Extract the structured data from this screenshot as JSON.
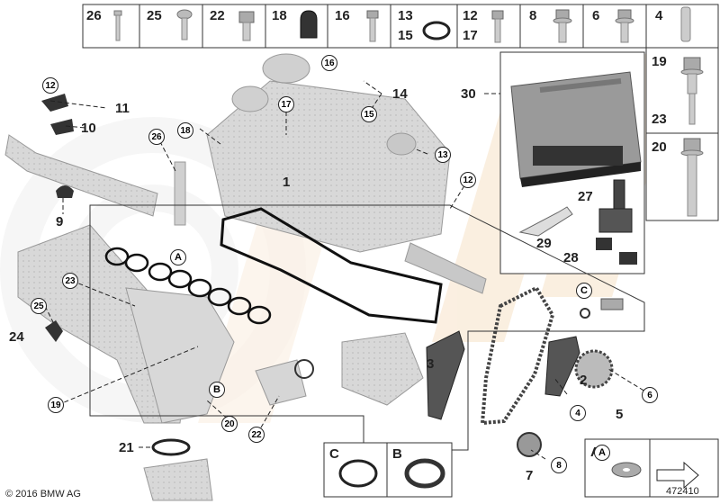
{
  "diagram": {
    "top_strip": [
      {
        "label": "26",
        "part": "screw"
      },
      {
        "label": "25",
        "part": "screw"
      },
      {
        "label": "22",
        "part": "hex-bolt"
      },
      {
        "label": "18",
        "part": "rubber-grommet"
      },
      {
        "label": "16",
        "part": "bolt"
      },
      {
        "label": "13",
        "part": "o-ring",
        "sub_label": "15"
      },
      {
        "label": "12",
        "part": "bolt",
        "sub_label": "17"
      },
      {
        "label": "8",
        "part": "collar-bolt"
      },
      {
        "label": "6",
        "part": "collar-bolt"
      },
      {
        "label": "4",
        "part": "stud"
      }
    ],
    "right_column": [
      {
        "label": "19",
        "sub_label": "23",
        "part": "long-bolt"
      },
      {
        "label": "20",
        "part": "long-bolt"
      }
    ],
    "circled_labels": [
      "12",
      "16",
      "15",
      "17",
      "18",
      "13",
      "26",
      "12",
      "23",
      "25",
      "19",
      "20",
      "22",
      "6",
      "4",
      "8",
      "A",
      "B",
      "C",
      "A"
    ],
    "plain_labels": [
      "11",
      "10",
      "9",
      "1",
      "14",
      "24",
      "3",
      "2",
      "5",
      "7",
      "21",
      "30",
      "27",
      "29",
      "28"
    ],
    "bottom_boxes": [
      {
        "label": "C",
        "part": "o-ring"
      },
      {
        "label": "B",
        "part": "gasket-ring"
      },
      {
        "label": "A",
        "part": "washer"
      }
    ],
    "copyright": "© 2016 BMW AG",
    "diagram_number": "472410"
  }
}
